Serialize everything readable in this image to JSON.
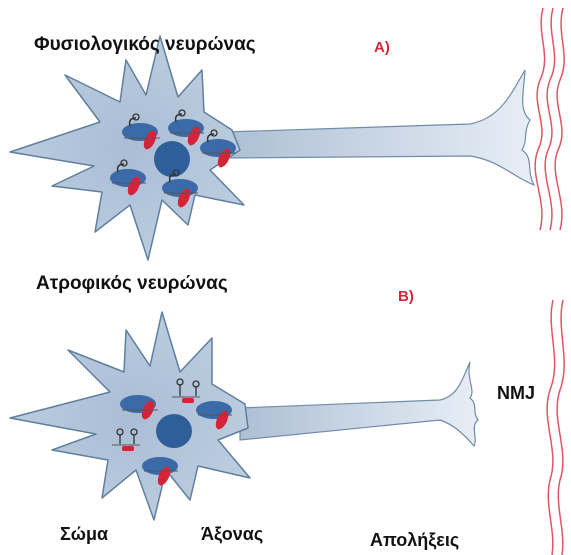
{
  "panels": {
    "normal": {
      "title": "Φυσιολογικός νευρώνας",
      "letter": "A)"
    },
    "atrophic": {
      "title": "Ατροφικός νευρώνας",
      "letter": "B)"
    }
  },
  "labels": {
    "nmj": "NMJ",
    "soma": "Σώμα",
    "axon": "Άξονας",
    "terminals": "Απολήξεις"
  },
  "colors": {
    "neuron_fill": "#b7c8dc",
    "neuron_stroke": "#5f7f9f",
    "nucleus": "#2f5f9a",
    "organelle_red": "#d5243a",
    "muscle_line": "#e05566",
    "panel_letter": "#d6283a"
  }
}
